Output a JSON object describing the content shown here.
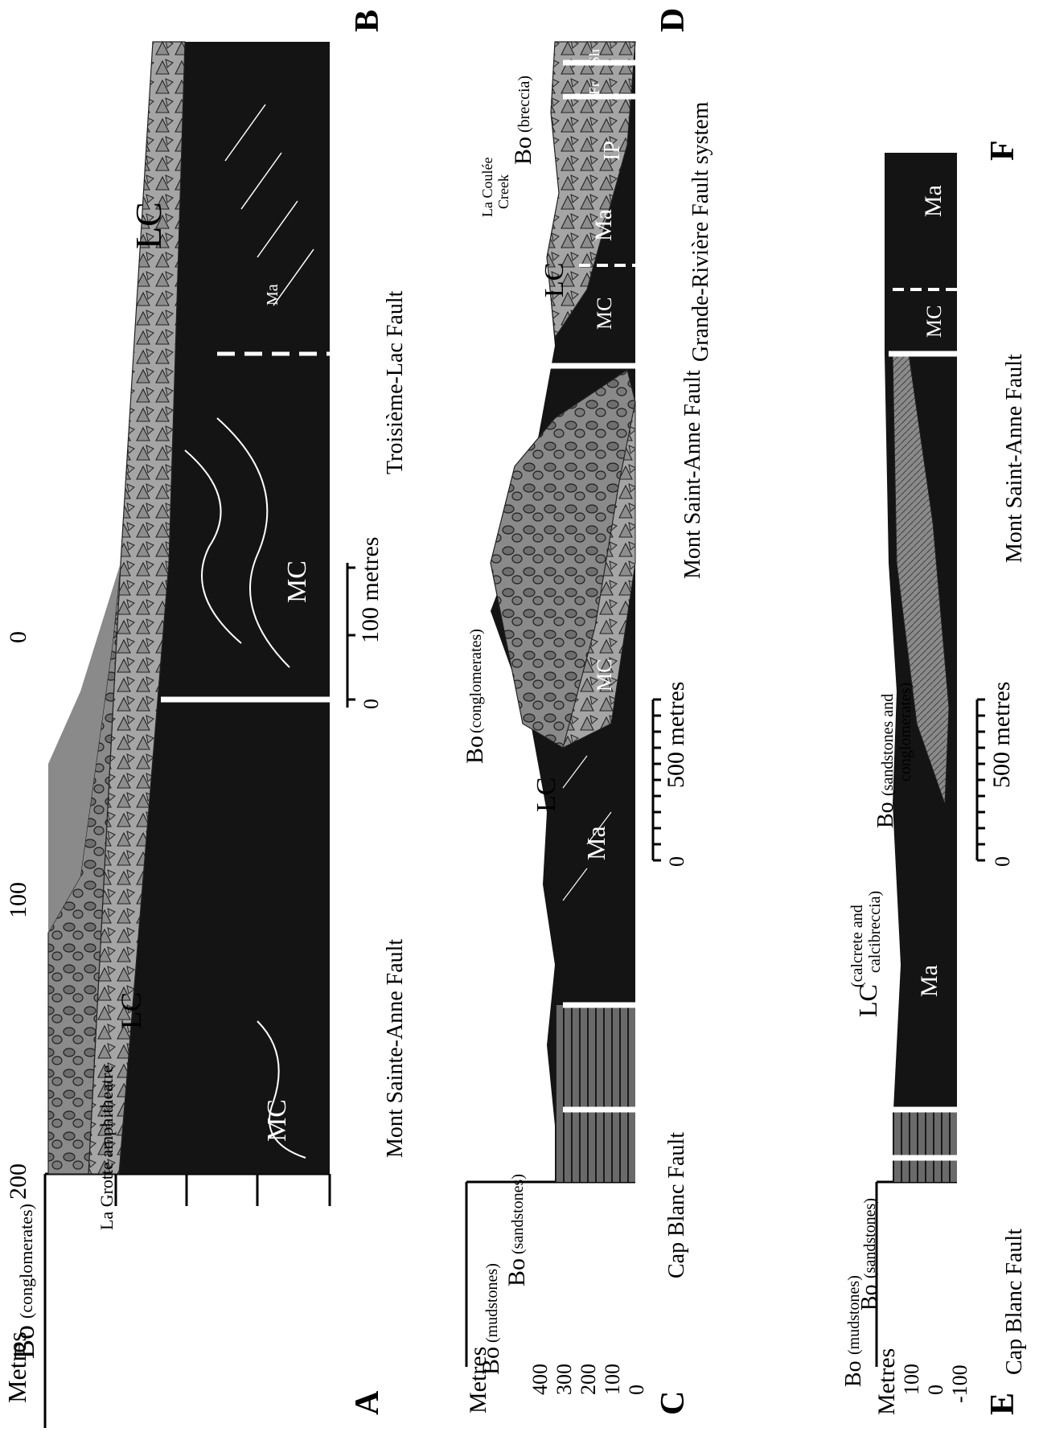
{
  "sections": {
    "ab": {
      "end_left": "A",
      "end_right": "B",
      "axis_title": "Metres",
      "ticks": [
        "200",
        "100",
        "0"
      ],
      "scale_bar": {
        "zero": "0",
        "length": "100 metres"
      },
      "labels": {
        "bo": "Bo",
        "bo_note": "(conglomerates)",
        "amphitheatre": "La Grotte amphitheatre",
        "lc_1": "LC",
        "lc_2": "LC",
        "mc_1": "MC",
        "mc_2": "MC",
        "ma": "Ma",
        "fault_1": "Mont Sainte-Anne Fault",
        "fault_2": "Troisième-Lac Fault"
      }
    },
    "cd": {
      "end_left": "C",
      "end_right": "D",
      "axis_title": "Metres",
      "ticks": [
        "400",
        "300",
        "200",
        "100",
        "0"
      ],
      "scale_bar": {
        "zero": "0",
        "length": "500 metres"
      },
      "labels": {
        "bo_mud": "Bo",
        "bo_mud_note": "(mudstones)",
        "bo_sand": "Bo",
        "bo_sand_note": "(sandstones)",
        "ma_1": "Ma",
        "lc_1": "LC",
        "bo_cong": "Bo",
        "bo_cong_note": "(conglomerates)",
        "mc_1": "MC",
        "mc_2": "MC",
        "lc_2": "LC",
        "ma_2": "Ma",
        "creek_1": "La Coulée",
        "creek_2": "Creek",
        "ip": "IP",
        "fr": "Fr",
        "sh": "Sh",
        "bo_breccia": "Bo",
        "bo_breccia_note": "(breccia)",
        "fault_1": "Cap Blanc Fault",
        "fault_2": "Mont Saint-Anne Fault",
        "fault_3": "Grande-Rivière Fault system"
      }
    },
    "ef": {
      "end_left": "E",
      "end_right": "F",
      "axis_title": "Metres",
      "ticks": [
        "100",
        "0",
        "-100"
      ],
      "scale_bar": {
        "zero": "0",
        "length": "500 metres"
      },
      "labels": {
        "bo_mud": "Bo",
        "bo_mud_note": "(mudstones)",
        "bo_sand": "Bo",
        "bo_sand_note": "(sandstones)",
        "ma_1": "Ma",
        "lc": "LC",
        "lc_note_1": "(calcrete and",
        "lc_note_2": "calcibreccia)",
        "bo_sc": "Bo",
        "bo_sc_note_1": "(sandstones and",
        "bo_sc_note_2": "conglomerates)",
        "mc": "MC",
        "ma_2": "Ma",
        "fault_1": "Cap Blanc Fault",
        "fault_2": "Mont Saint-Anne Fault"
      }
    }
  },
  "colors": {
    "dark": "#141414",
    "mid": "#8a8a8a",
    "light": "#b5b5b5",
    "paper": "#ffffff"
  }
}
